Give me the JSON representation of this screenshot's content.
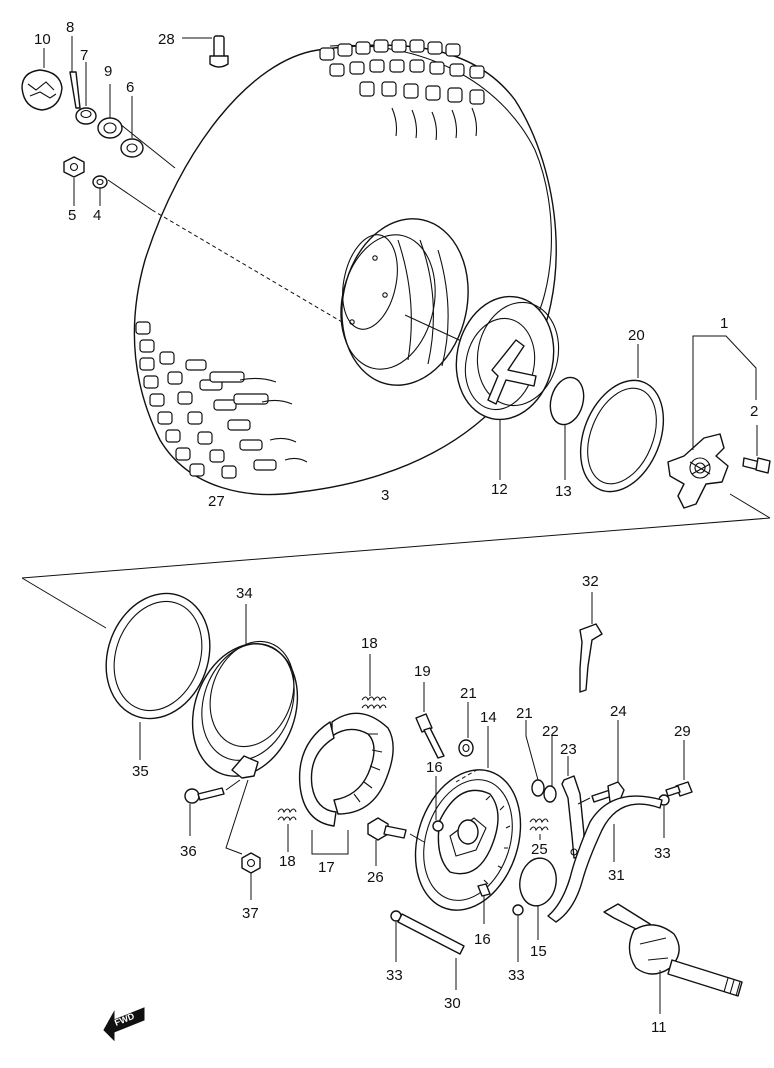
{
  "fwd_badge": "FWD",
  "callouts": [
    "1",
    "2",
    "3",
    "4",
    "5",
    "6",
    "7",
    "8",
    "9",
    "10",
    "11",
    "12",
    "13",
    "14",
    "15",
    "16",
    "17",
    "18",
    "19",
    "20",
    "21",
    "22",
    "23",
    "24",
    "25",
    "26",
    "27",
    "28",
    "29",
    "30",
    "31",
    "32",
    "33",
    "34",
    "35",
    "36",
    "37"
  ]
}
